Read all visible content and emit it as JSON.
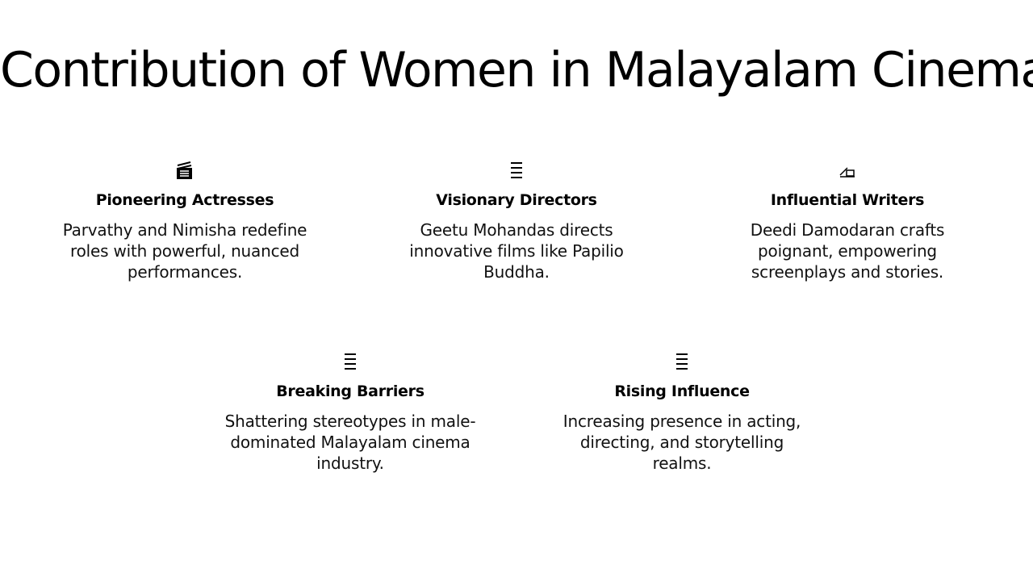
{
  "slide": {
    "title": "Contribution of Women in Malayalam Cinema"
  },
  "cards": [
    {
      "icon": "clapperboard-icon",
      "heading": "Pioneering Actresses",
      "description": "Parvathy and Nimisha redefine roles with powerful, nuanced performances."
    },
    {
      "icon": "list-lines-icon",
      "heading": "Visionary Directors",
      "description": "Geetu Mohandas directs innovative films like Papilio Buddha."
    },
    {
      "icon": "writing-hand-icon",
      "heading": "Influential Writers",
      "description": "Deedi Damodaran crafts poignant, empowering screenplays and stories."
    },
    {
      "icon": "list-lines-icon",
      "heading": "Breaking Barriers",
      "description": "Shattering stereotypes in male-dominated Malayalam cinema industry."
    },
    {
      "icon": "list-lines-icon",
      "heading": "Rising Influence",
      "description": "Increasing presence in acting, directing, and storytelling realms."
    }
  ]
}
